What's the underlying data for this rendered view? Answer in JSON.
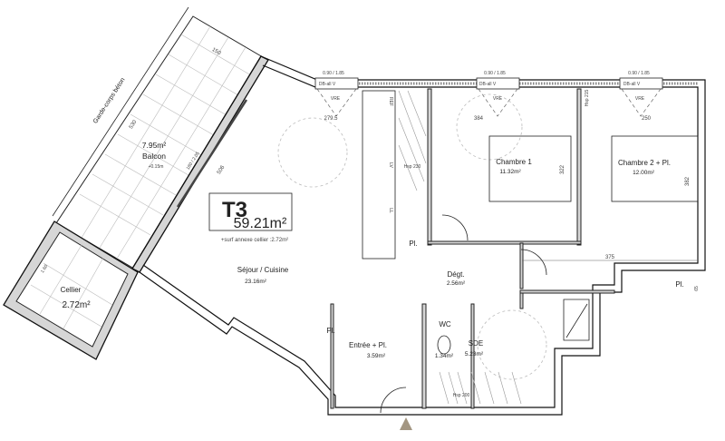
{
  "unit": {
    "type": "T3",
    "total_area": "59.21m²",
    "annex_note": "+surf annexe cellier :2.72m²"
  },
  "balcony": {
    "label": "Balcon",
    "area": "7.95m²",
    "level": "+0.15m",
    "railing": "Garde-corps béton",
    "dims": [
      "150",
      "530",
      "506",
      "180 / 2.05"
    ]
  },
  "cellar": {
    "label": "Cellier",
    "area": "2.72m²",
    "dim": "1.60"
  },
  "rooms": {
    "living": {
      "label": "Séjour / Cuisine",
      "area": "23.16m²"
    },
    "bedroom1": {
      "label": "Chambre 1",
      "area": "11.32m²",
      "dim": "322"
    },
    "bedroom2": {
      "label": "Chambre 2 + Pl.",
      "area": "12.00m²",
      "dim": "382"
    },
    "hall": {
      "label": "Dégt.",
      "area": "2.56m²"
    },
    "wc": {
      "label": "WC",
      "area": "1.34m²"
    },
    "entry": {
      "label": "Entrée + Pl.",
      "area": "3.59m²"
    },
    "bathroom": {
      "label": "SDE",
      "area": "5.23m²"
    }
  },
  "windows": [
    {
      "size": "0.90 / 1.85",
      "type": "DB-all V",
      "shutter": "VRE",
      "width": "279.5"
    },
    {
      "size": "0.90 / 1.85",
      "type": "DB-all V",
      "shutter": "VRE",
      "width": "384"
    },
    {
      "size": "0.90 / 1.85",
      "type": "DB-all V",
      "shutter": "VRE",
      "width": "250"
    }
  ],
  "labels": {
    "closet": "Pl.",
    "fridge": "REF",
    "dishwasher": "LV",
    "washer": "LL",
    "ceiling_kitchen": "Hsp 230",
    "ceiling_bedroom": "Hsp 215",
    "ceiling_bath": "Hsp 200",
    "hall_dim": "375",
    "closet_dim": "65"
  },
  "colors": {
    "wall_fill": "#d6d6d6",
    "entry_marker": "#a39682"
  }
}
